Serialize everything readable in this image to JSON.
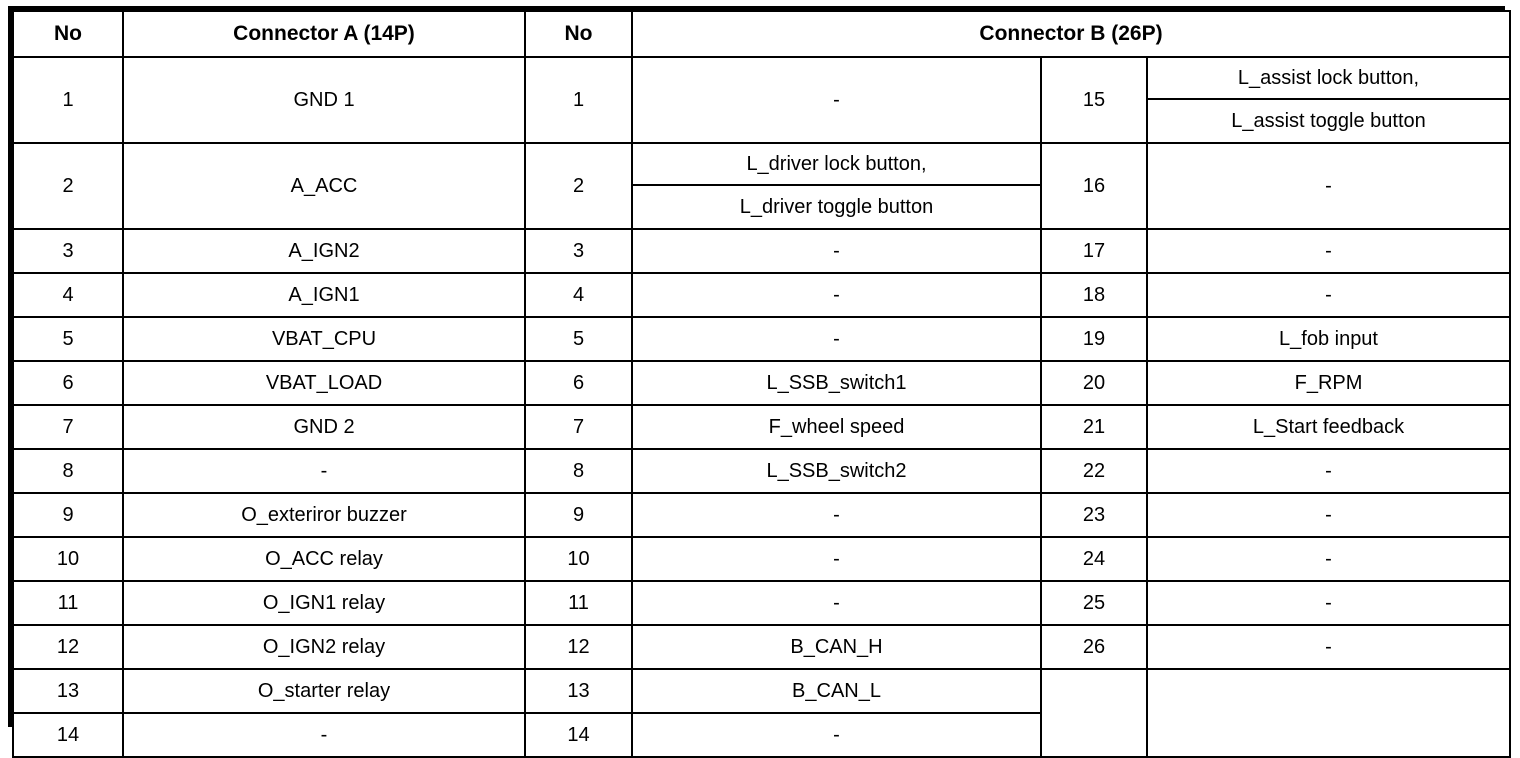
{
  "table": {
    "headers": {
      "no_a": "No",
      "connector_a": "Connector A (14P)",
      "no_b": "No",
      "connector_b": "Connector B (26P)"
    },
    "connector_a_rows": [
      {
        "no": "1",
        "signal": "GND 1"
      },
      {
        "no": "2",
        "signal": "A_ACC"
      },
      {
        "no": "3",
        "signal": "A_IGN2"
      },
      {
        "no": "4",
        "signal": "A_IGN1"
      },
      {
        "no": "5",
        "signal": "VBAT_CPU"
      },
      {
        "no": "6",
        "signal": "VBAT_LOAD"
      },
      {
        "no": "7",
        "signal": "GND 2"
      },
      {
        "no": "8",
        "signal": "-"
      },
      {
        "no": "9",
        "signal": "O_exteriror buzzer"
      },
      {
        "no": "10",
        "signal": "O_ACC relay"
      },
      {
        "no": "11",
        "signal": "O_IGN1 relay"
      },
      {
        "no": "12",
        "signal": "O_IGN2 relay"
      },
      {
        "no": "13",
        "signal": "O_starter relay"
      },
      {
        "no": "14",
        "signal": "-"
      }
    ],
    "connector_b_left_rows": [
      {
        "no": "1",
        "signal": "-"
      },
      {
        "no": "2",
        "signal_top": "L_driver lock button,",
        "signal_bottom": "L_driver toggle button"
      },
      {
        "no": "3",
        "signal": "-"
      },
      {
        "no": "4",
        "signal": "-"
      },
      {
        "no": "5",
        "signal": "-"
      },
      {
        "no": "6",
        "signal": "L_SSB_switch1"
      },
      {
        "no": "7",
        "signal": "F_wheel speed"
      },
      {
        "no": "8",
        "signal": "L_SSB_switch2"
      },
      {
        "no": "9",
        "signal": "-"
      },
      {
        "no": "10",
        "signal": "-"
      },
      {
        "no": "11",
        "signal": "-"
      },
      {
        "no": "12",
        "signal": "B_CAN_H"
      },
      {
        "no": "13",
        "signal": "B_CAN_L"
      },
      {
        "no": "14",
        "signal": "-"
      }
    ],
    "connector_b_right_rows": [
      {
        "no": "15",
        "signal_top": "L_assist lock button,",
        "signal_bottom": "L_assist toggle button"
      },
      {
        "no": "16",
        "signal": "-"
      },
      {
        "no": "17",
        "signal": "-"
      },
      {
        "no": "18",
        "signal": "-"
      },
      {
        "no": "19",
        "signal": "L_fob input"
      },
      {
        "no": "20",
        "signal": "F_RPM"
      },
      {
        "no": "21",
        "signal": "L_Start feedback"
      },
      {
        "no": "22",
        "signal": "-"
      },
      {
        "no": "23",
        "signal": "-"
      },
      {
        "no": "24",
        "signal": "-"
      },
      {
        "no": "25",
        "signal": "-"
      },
      {
        "no": "26",
        "signal": "-"
      },
      {
        "no": "",
        "signal": ""
      },
      {
        "no": "",
        "signal": ""
      }
    ]
  },
  "colors": {
    "border": "#000000",
    "background": "#ffffff",
    "text": "#000000"
  }
}
